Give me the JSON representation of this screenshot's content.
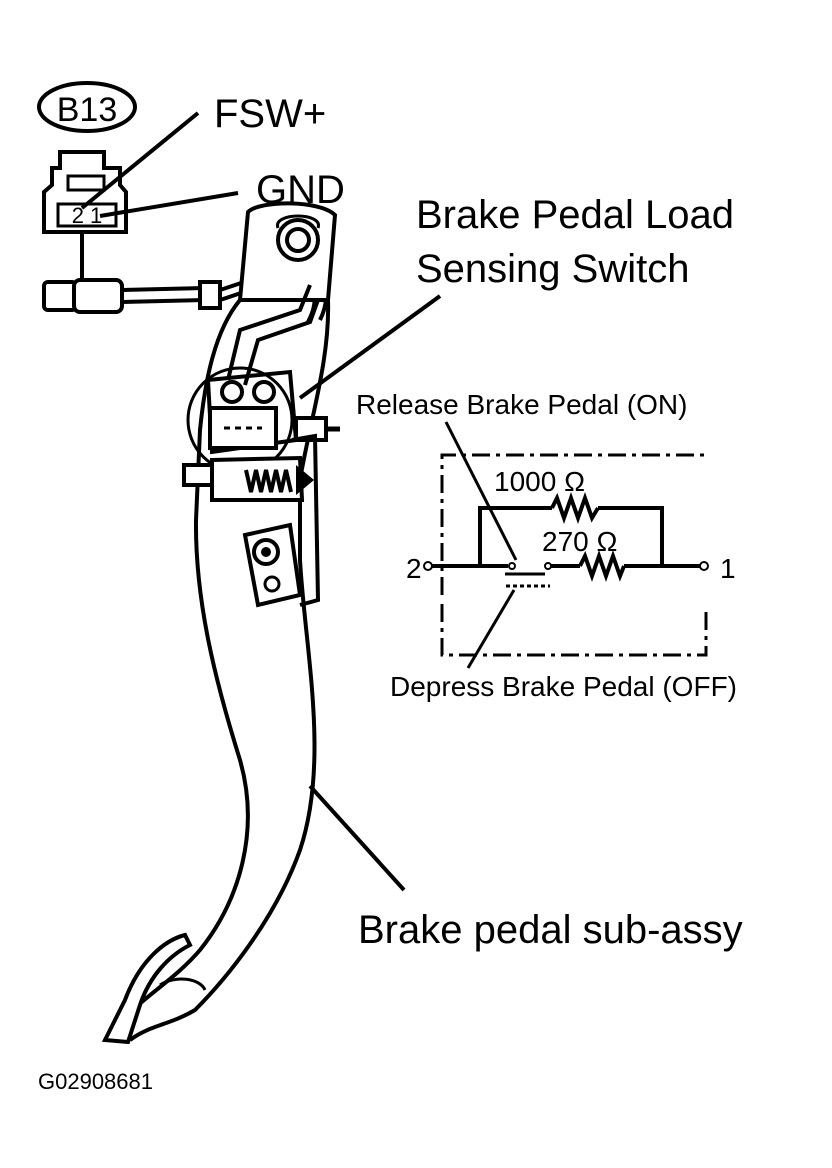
{
  "connector": {
    "id": "B13",
    "pin_fsw": "FSW+",
    "pin_gnd": "GND",
    "pin_numbers": "2 1"
  },
  "switch": {
    "title_line1": "Brake Pedal Load",
    "title_line2": "Sensing Switch"
  },
  "circuit": {
    "release_label": "Release Brake Pedal (ON)",
    "depress_label": "Depress Brake Pedal (OFF)",
    "resistor_1": "1000 Ω",
    "resistor_2": "270 Ω",
    "terminal_left": "2",
    "terminal_right": "1"
  },
  "pedal_label": "Brake pedal sub-assy",
  "figure_code": "G02908681"
}
